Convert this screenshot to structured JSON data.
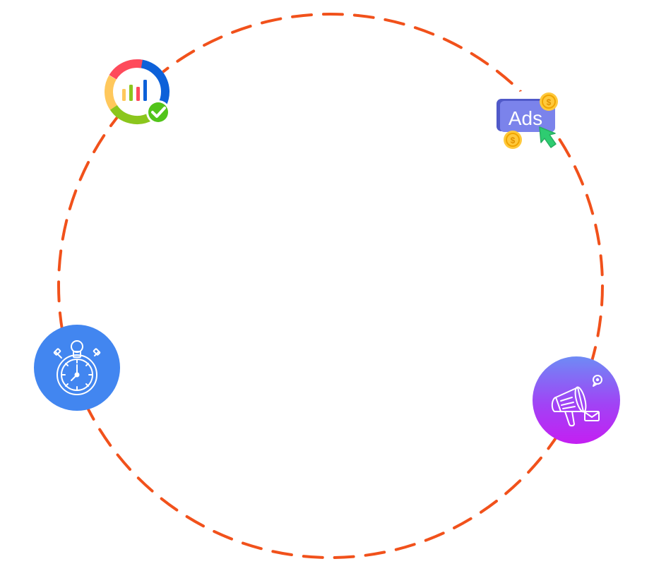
{
  "diagram": {
    "type": "cycle",
    "ring": {
      "style": "dashed",
      "color": "#f1511b"
    },
    "nodes": [
      {
        "name": "analytics",
        "icon": "analytics-donut-chart-icon",
        "colors": [
          "#0d61d9",
          "#fe4a5b",
          "#ffc85c",
          "#8bc61d",
          "#52c41a"
        ]
      },
      {
        "name": "ads",
        "icon": "ads-click-icon",
        "label": "Ads",
        "colors": [
          "#7b83eb",
          "#5059c9",
          "#ffc93c",
          "#2ecc71"
        ]
      },
      {
        "name": "stopwatch",
        "icon": "stopwatch-icon",
        "colors": [
          "#4286f0",
          "#ffffff"
        ]
      },
      {
        "name": "megaphone",
        "icon": "megaphone-icon",
        "colors": [
          "#6e8bf5",
          "#c41ff2",
          "#ffffff"
        ]
      }
    ]
  }
}
